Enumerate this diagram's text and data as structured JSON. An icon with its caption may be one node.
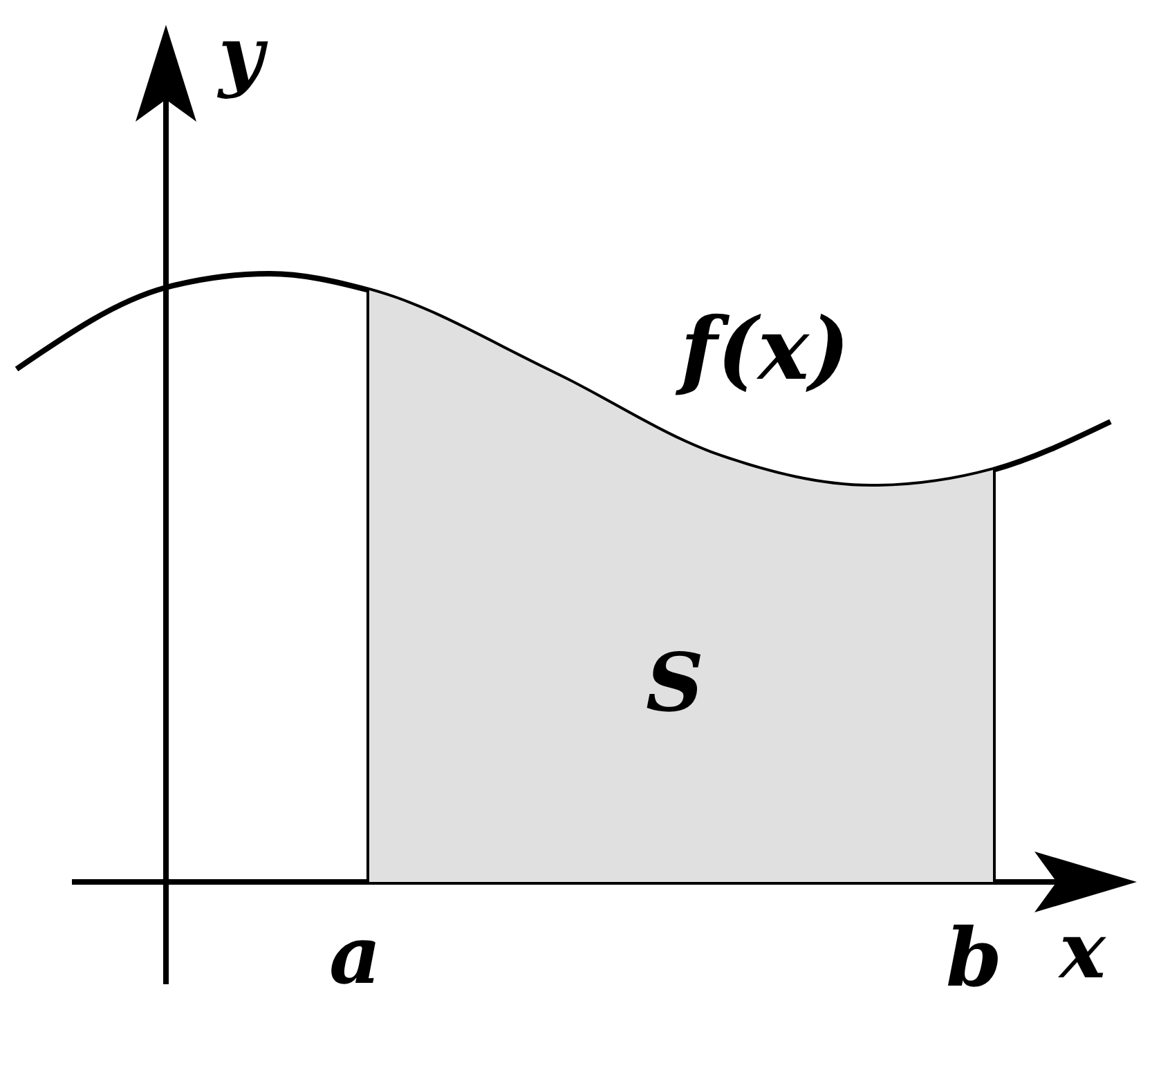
{
  "diagram": {
    "nodes": [
      {
        "text": [
          "S"
        ]
      }
    ],
    "labels": [
      "y",
      "f(x)",
      "a",
      "b",
      "x"
    ]
  }
}
